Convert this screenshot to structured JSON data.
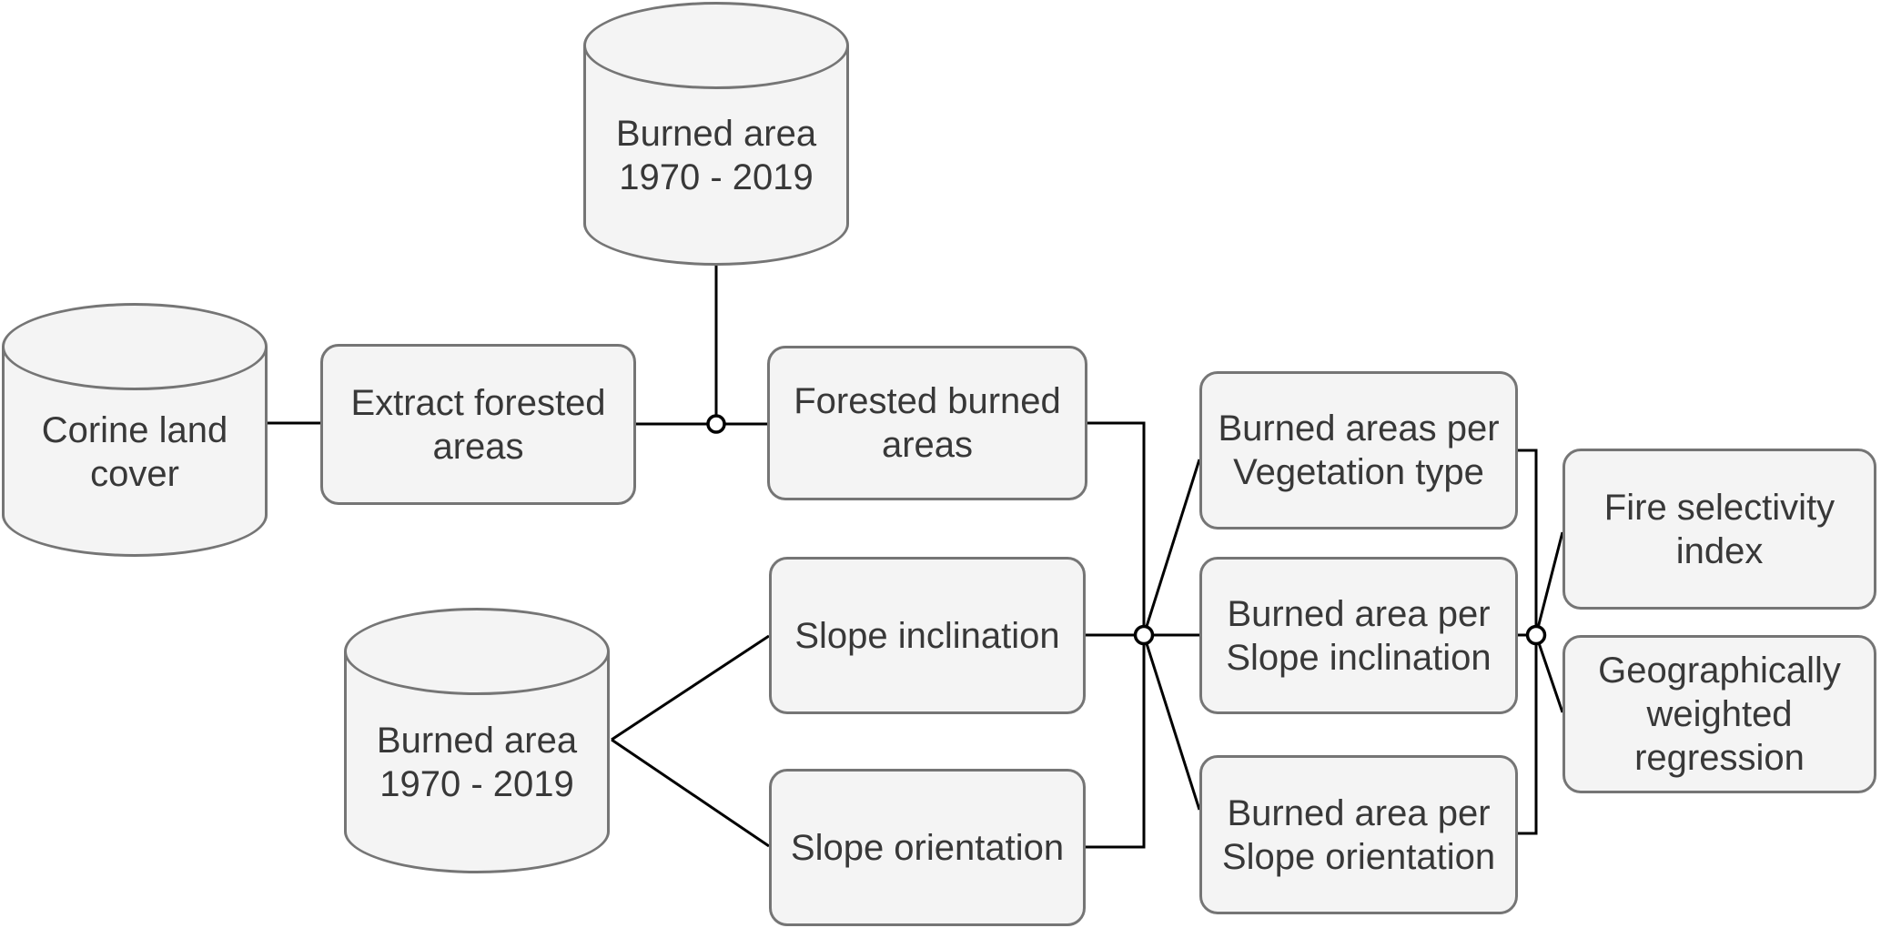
{
  "diagram": {
    "type": "flowchart",
    "description": "Wildfire burned-area analysis workflow"
  },
  "colors": {
    "background": "#ffffff",
    "node_fill": "#f4f4f4",
    "node_border": "#757575",
    "edge": "#000000",
    "junction_fill": "#ffffff",
    "text": "#383838"
  },
  "nodes": {
    "burned_area_top": {
      "shape": "database-cylinder",
      "lines": [
        "Burned area",
        "1970 - 2019"
      ]
    },
    "corine": {
      "shape": "database-cylinder",
      "lines": [
        "Corine land",
        "cover"
      ]
    },
    "burned_area_lower": {
      "shape": "database-cylinder",
      "lines": [
        "Burned area",
        "1970 - 2019"
      ]
    },
    "extract": {
      "shape": "rounded-box",
      "lines": [
        "Extract forested",
        "areas"
      ]
    },
    "forested": {
      "shape": "rounded-box",
      "lines": [
        "Forested burned",
        "areas"
      ]
    },
    "slope_inclination": {
      "shape": "rounded-box",
      "lines": [
        "Slope inclination"
      ]
    },
    "slope_orientation": {
      "shape": "rounded-box",
      "lines": [
        "Slope orientation"
      ]
    },
    "ba_vegetation": {
      "shape": "rounded-box",
      "lines": [
        "Burned areas per",
        "Vegetation type"
      ]
    },
    "ba_inclination": {
      "shape": "rounded-box",
      "lines": [
        "Burned area per",
        "Slope inclination"
      ]
    },
    "ba_orientation": {
      "shape": "rounded-box",
      "lines": [
        "Burned area per",
        "Slope orientation"
      ]
    },
    "fire_selectivity": {
      "shape": "rounded-box",
      "lines": [
        "Fire selectivity",
        "index"
      ]
    },
    "gwr": {
      "shape": "rounded-box",
      "lines": [
        "Geographically",
        "weighted",
        "regression"
      ]
    }
  }
}
